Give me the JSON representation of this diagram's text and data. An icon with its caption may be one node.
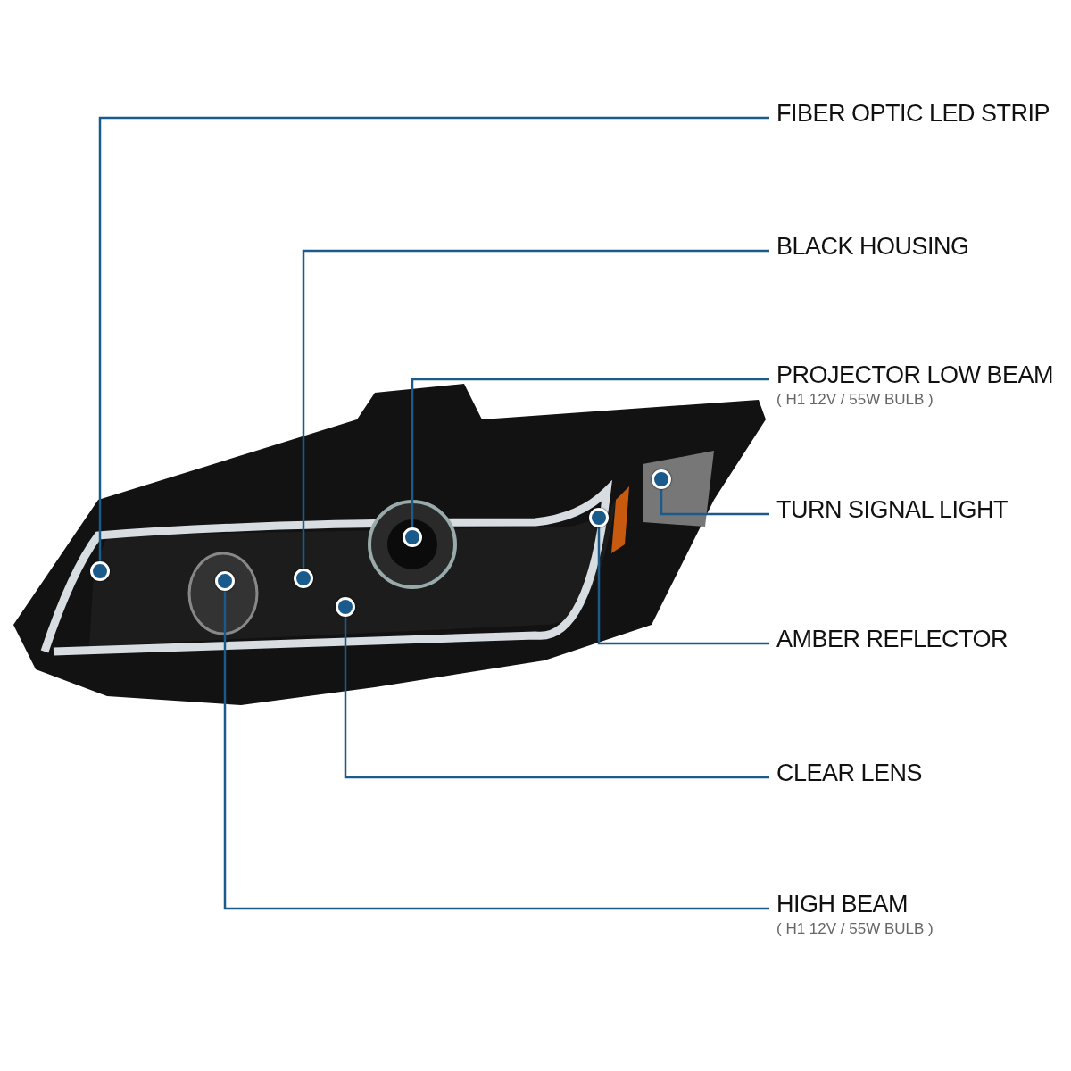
{
  "diagram": {
    "nodes": [
      {
        "text": [
          "FIBER OPTIC LED STRIP"
        ]
      },
      {
        "text": [
          "BLACK HOUSING"
        ]
      },
      {
        "text": [
          "PROJECTOR LOW BEAM",
          "( H1 12V / 55W BULB )"
        ]
      },
      {
        "text": [
          "TURN SIGNAL LIGHT"
        ]
      },
      {
        "text": [
          "AMBER REFLECTOR"
        ]
      },
      {
        "text": [
          "CLEAR LENS"
        ]
      },
      {
        "text": [
          "HIGH BEAM",
          "( H1 12V / 55W BULB )"
        ]
      },
      {
        "text": [],
        "shape": "circle"
      },
      {
        "text": [],
        "shape": "circle"
      },
      {
        "text": [],
        "shape": "circle"
      },
      {
        "text": [],
        "shape": "circle"
      },
      {
        "text": [],
        "shape": "circle"
      },
      {
        "text": [],
        "shape": "circle"
      },
      {
        "text": [],
        "shape": "circle"
      }
    ],
    "edges": [
      {
        "from": 0,
        "to": 7,
        "arrow": "none"
      },
      {
        "from": 1,
        "to": 9,
        "arrow": "none"
      },
      {
        "from": 2,
        "to": 11,
        "arrow": "none"
      },
      {
        "from": 3,
        "to": 13,
        "arrow": "none"
      },
      {
        "from": 4,
        "to": 12,
        "arrow": "none"
      },
      {
        "from": 5,
        "to": 10,
        "arrow": "none"
      },
      {
        "from": 6,
        "to": 8,
        "arrow": "none"
      }
    ]
  }
}
